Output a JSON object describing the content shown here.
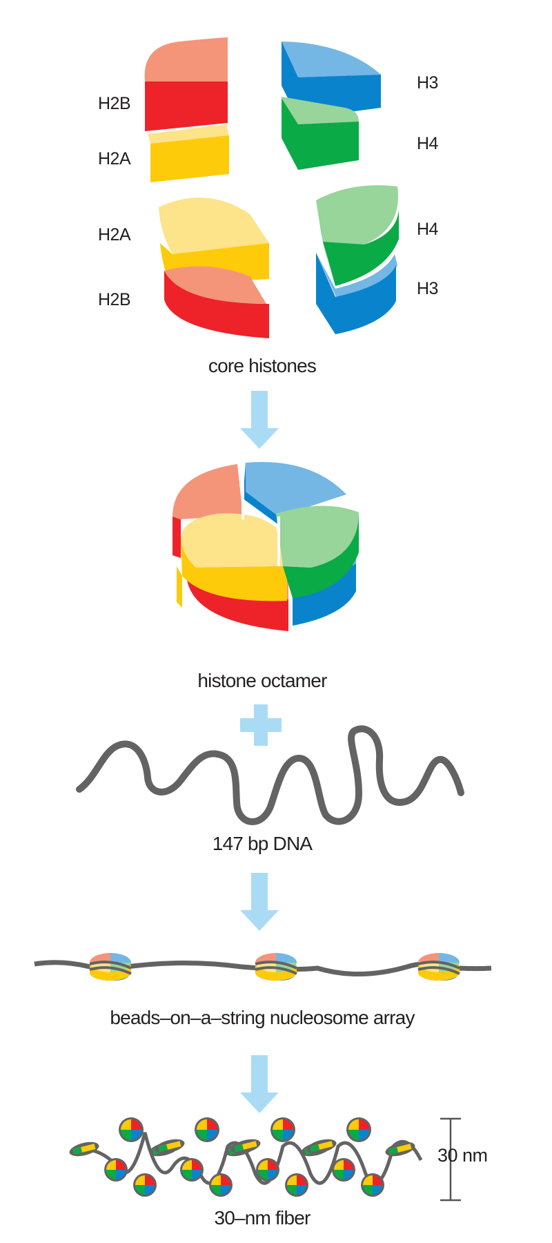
{
  "colors": {
    "h2b_top": "#f4957a",
    "h2b_side": "#ee2229",
    "h2a_top": "#fde38a",
    "h2a_side": "#fdcb0a",
    "h3_top": "#74b7e5",
    "h3_side": "#0a83cd",
    "h4_top": "#97d59b",
    "h4_side": "#0aaa47",
    "arrow": "#a9dcf4",
    "dna": "#636363",
    "bracket": "#555555"
  },
  "core_histones": {
    "top_pair_left": {
      "upper": "H2B",
      "lower": "H2A"
    },
    "top_pair_right": {
      "upper": "H3",
      "lower": "H4"
    },
    "bottom_pair_left": {
      "upper": "H2A",
      "lower": "H2B"
    },
    "bottom_pair_right": {
      "upper": "H4",
      "lower": "H3"
    },
    "caption": "core histones"
  },
  "octamer": {
    "caption": "histone octamer"
  },
  "dna": {
    "caption": "147 bp DNA"
  },
  "array": {
    "caption": "beads–on–a–string nucleosome array"
  },
  "fiber": {
    "caption": "30–nm fiber",
    "scale_label": "30 nm"
  },
  "icons": {
    "arrow_1": "down-arrow-icon",
    "plus": "plus-icon",
    "arrow_2": "down-arrow-icon",
    "arrow_3": "down-arrow-icon"
  }
}
